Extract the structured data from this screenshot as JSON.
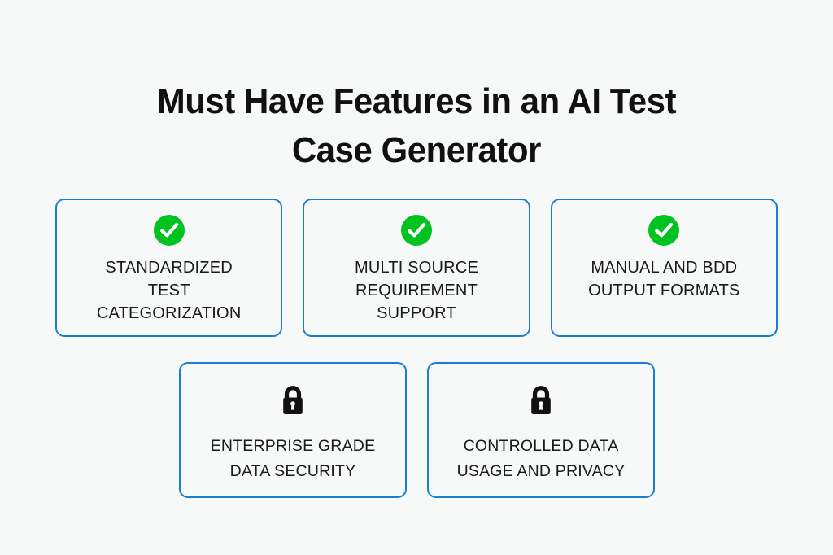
{
  "title": {
    "line1": "Must Have Features in an AI Test",
    "line2": "Case Generator"
  },
  "colors": {
    "background": "#f7f8f8",
    "card_border": "#1a7fd4",
    "check_green": "#00c321",
    "lock_black": "#111111",
    "title_text": "#111111",
    "card_text": "#1a1a1a"
  },
  "rows": {
    "top": [
      {
        "icon": "check-circle-icon",
        "label": "STANDARDIZED\nTEST\nCATEGORIZATION"
      },
      {
        "icon": "check-circle-icon",
        "label": "MULTI SOURCE\nREQUIREMENT\nSUPPORT"
      },
      {
        "icon": "check-circle-icon",
        "label": "MANUAL AND BDD\nOUTPUT FORMATS"
      }
    ],
    "bottom": [
      {
        "icon": "lock-icon",
        "label": "ENTERPRISE GRADE\nDATA SECURITY"
      },
      {
        "icon": "lock-icon",
        "label": "CONTROLLED DATA\nUSAGE AND PRIVACY"
      }
    ]
  }
}
